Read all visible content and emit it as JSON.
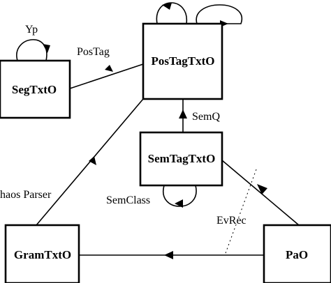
{
  "nodes": {
    "pos_tag_txt": "PosTagTxtO",
    "seg_txt": "SegTxtO",
    "sem_tag_txt": "SemTagTxtO",
    "gram_txt": "GramTxtO",
    "pao": "PaO"
  },
  "edges": {
    "pos_tag": "PosTag",
    "yp": "Yp",
    "sem_q": "SemQ",
    "sem_class": "SemClass",
    "chaos_parser": "haos Parser",
    "ev_rec": "EvRec"
  }
}
